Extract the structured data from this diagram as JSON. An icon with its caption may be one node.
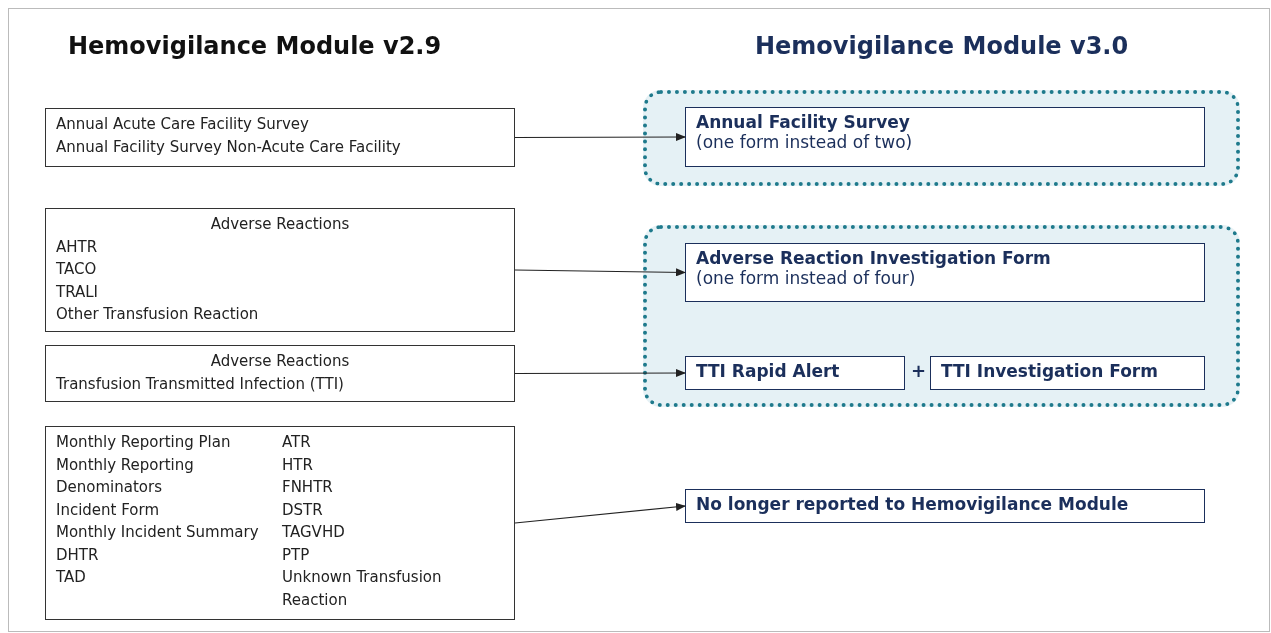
{
  "diagram": {
    "nodes": [
      {
        "text": [
          "Annual Acute Care Facility Survey",
          "Annual Facility Survey Non-Acute Care Facility"
        ]
      },
      {
        "text": [
          "Adverse Reactions",
          "AHTR",
          "TACO",
          "TRALI",
          "Other Transfusion Reaction"
        ]
      },
      {
        "text": [
          "Adverse Reactions",
          "Transfusion Transmitted Infection (TTI)"
        ]
      },
      {
        "text": [
          "Monthly Reporting Plan",
          "Monthly Reporting Denominators",
          "Incident Form",
          "Monthly Incident Summary",
          "DHTR",
          "TAD",
          "ATR",
          "HTR",
          "FNHTR",
          "DSTR",
          "TAGVHD",
          "PTP",
          "Unknown Transfusion Reaction"
        ]
      },
      {
        "text": [],
        "shape": "box"
      },
      {
        "text": [
          "Annual Facility Survey",
          "(one form instead of two)"
        ],
        "in": 4
      },
      {
        "text": [],
        "shape": "box"
      },
      {
        "text": [
          "Adverse Reaction Investigation Form",
          "(one form instead of four)"
        ],
        "in": 6
      },
      {
        "text": [
          "TTI Rapid Alert"
        ],
        "in": 6
      },
      {
        "text": [
          "TTI Investigation Form"
        ],
        "in": 6
      },
      {
        "text": [
          "No longer reported to Hemovigilance Module"
        ]
      }
    ],
    "edges": [
      {
        "from": 0,
        "to": 5,
        "arrow": "to"
      },
      {
        "from": 1,
        "to": 7,
        "arrow": "to"
      },
      {
        "from": 2,
        "to": 8,
        "arrow": "to"
      },
      {
        "from": 3,
        "to": 10,
        "arrow": "to"
      }
    ],
    "labels": [
      "Hemovigilance Module v2.9",
      "Hemovigilance Module v3.0",
      "+"
    ]
  }
}
